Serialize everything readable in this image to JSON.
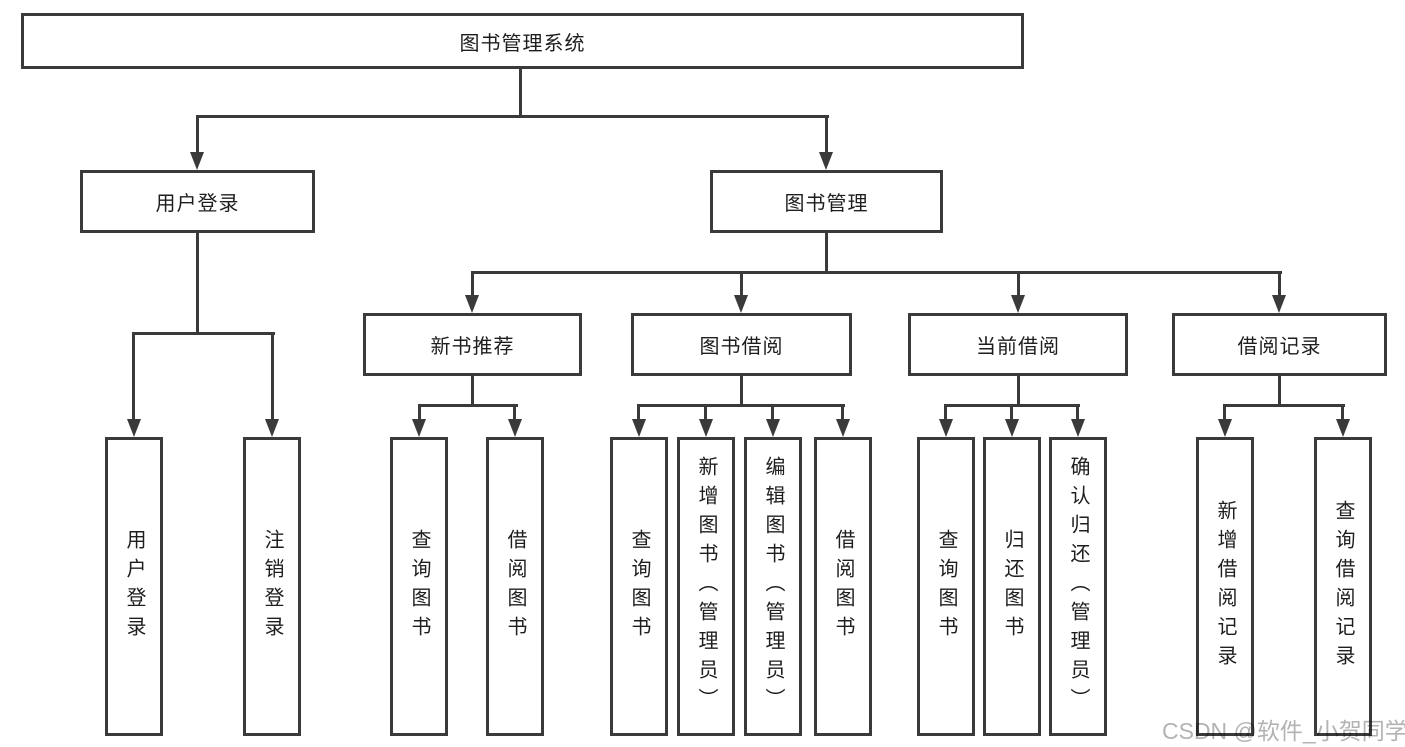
{
  "colors": {
    "line": "#3a3a3a",
    "text": "#1e1e1e",
    "watermark": "#b3b3b3",
    "background": "#ffffff"
  },
  "diagram": {
    "type": "org-tree",
    "root": "图书管理系统",
    "level2": {
      "user_login": "用户登录",
      "book_management": "图书管理"
    },
    "level3": {
      "new_book": "新书推荐",
      "book_borrow": "图书借阅",
      "current_borrow": "当前借阅",
      "borrow_record": "借阅记录"
    },
    "leaves": {
      "user_login": "用户登录",
      "logout": "注销登录",
      "nb_query": "查询图书",
      "nb_borrow": "借阅图书",
      "bb_query": "查询图书",
      "bb_add": "新增图书（管理员）",
      "bb_edit": "编辑图书（管理员）",
      "bb_borrow": "借阅图书",
      "cb_query": "查询图书",
      "cb_return": "归还图书",
      "cb_confirm": "确认归还（管理员）",
      "br_add": "新增借阅记录",
      "br_query": "查询借阅记录"
    }
  },
  "watermark": "CSDN @软件_小贺同学"
}
